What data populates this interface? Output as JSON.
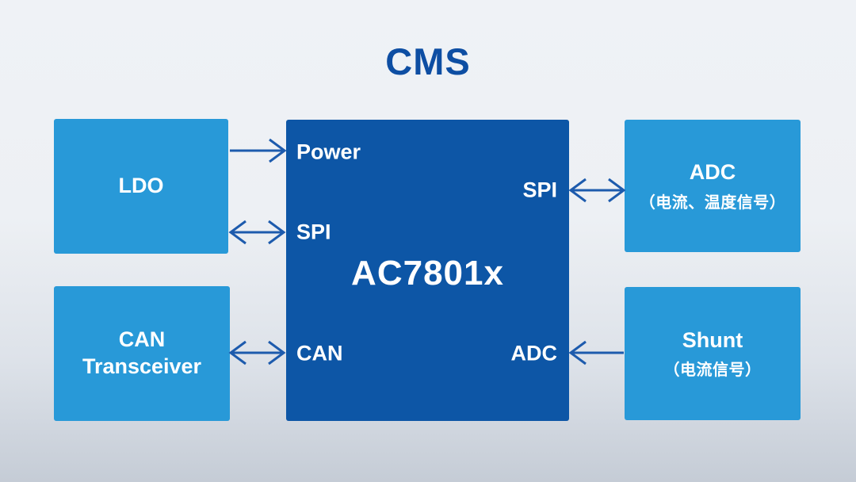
{
  "title": "CMS",
  "colors": {
    "background_top": "#eff2f6",
    "background_bottom": "#c5ccd6",
    "center_box": "#0d56a6",
    "side_box": "#2899d8",
    "arrow": "#1d5bad",
    "title_text": "#0d4ea3",
    "box_text": "#ffffff"
  },
  "center_chip": {
    "name": "AC7801x",
    "ports": {
      "power": "Power",
      "spi_left": "SPI",
      "can": "CAN",
      "spi_right": "SPI",
      "adc": "ADC"
    }
  },
  "peripherals": {
    "ldo": {
      "label": "LDO"
    },
    "can_transceiver": {
      "label": "CAN\nTransceiver"
    },
    "adc": {
      "label": "ADC",
      "sublabel": "（电流、温度信号）"
    },
    "shunt": {
      "label": "Shunt",
      "sublabel": "（电流信号）"
    }
  },
  "connections": [
    {
      "from": "LDO",
      "to": "Power",
      "direction": "right"
    },
    {
      "from": "LDO",
      "to": "SPI",
      "direction": "both"
    },
    {
      "from": "CAN Transceiver",
      "to": "CAN",
      "direction": "both"
    },
    {
      "from": "SPI",
      "to": "ADC (电流、温度信号)",
      "direction": "both"
    },
    {
      "from": "Shunt (电流信号)",
      "to": "ADC",
      "direction": "left"
    }
  ]
}
